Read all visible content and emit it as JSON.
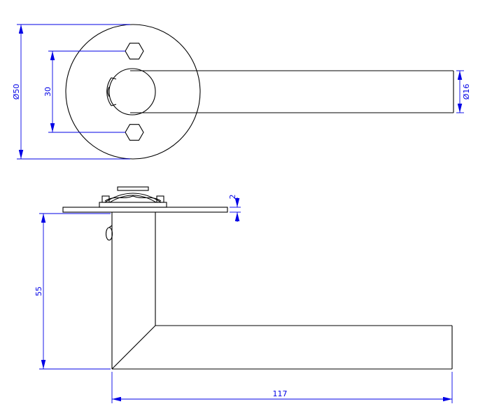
{
  "colors": {
    "line": "#000000",
    "dimension": "#0000e6",
    "background": "#ffffff"
  },
  "views": {
    "front": {
      "dims": {
        "rose_diameter": "Ø50",
        "screw_spacing": "30",
        "lever_diameter": "Ø16"
      }
    },
    "side": {
      "dims": {
        "plate_thickness": "2",
        "projection_height": "55",
        "lever_length": "117"
      }
    }
  }
}
